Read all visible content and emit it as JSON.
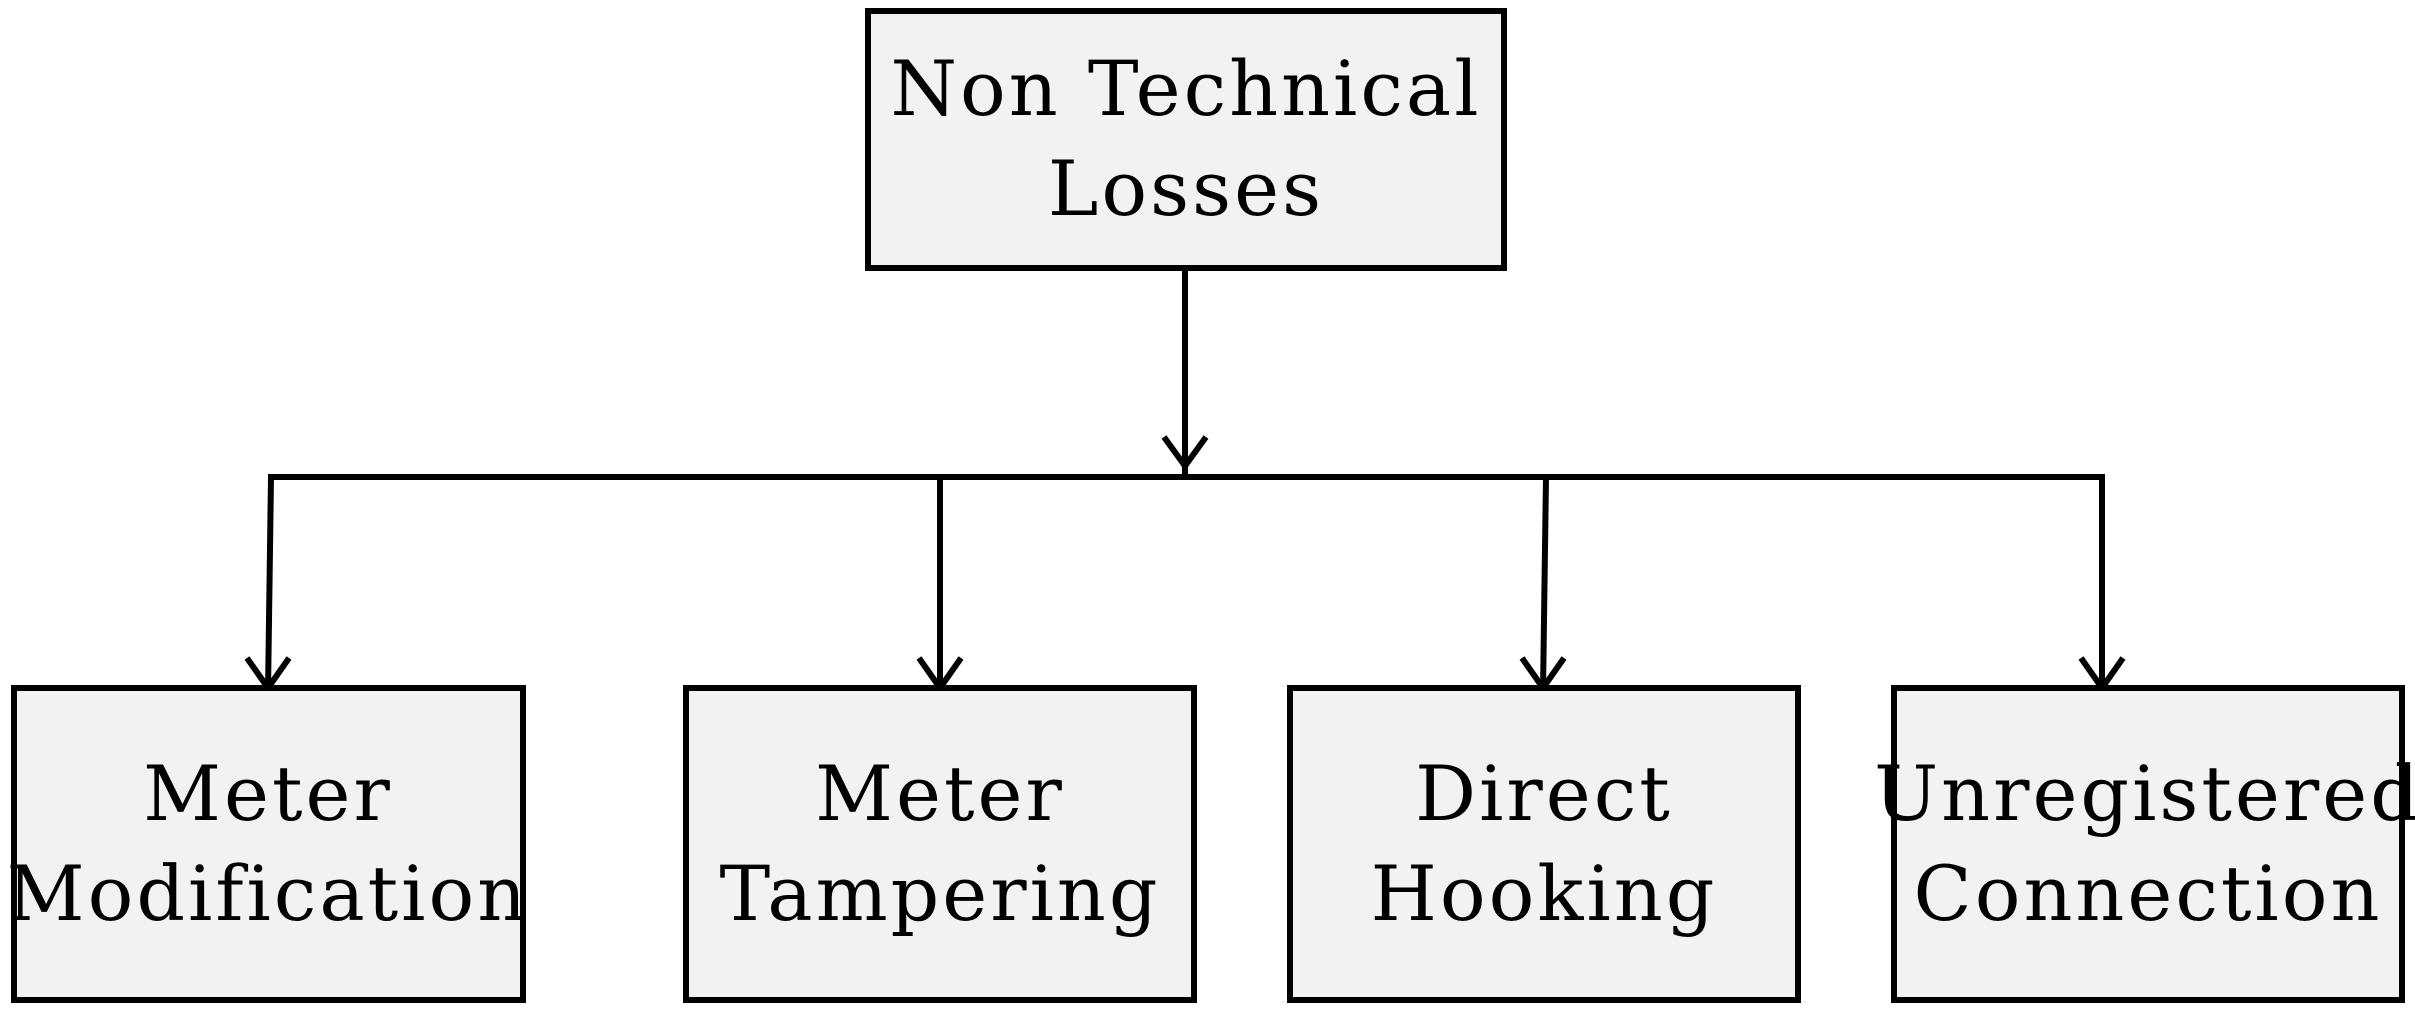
{
  "diagram": {
    "root": {
      "lines": [
        "Non Technical",
        "Losses"
      ]
    },
    "children": [
      {
        "lines": [
          "Meter",
          "Modification"
        ]
      },
      {
        "lines": [
          "Meter",
          "Tampering"
        ]
      },
      {
        "lines": [
          "Direct",
          "Hooking"
        ]
      },
      {
        "lines": [
          "Unregistered",
          "Connection"
        ]
      }
    ],
    "colors": {
      "box_fill": "#f2f2f2",
      "stroke": "#000000",
      "text": "#000000",
      "background": "#ffffff"
    }
  }
}
